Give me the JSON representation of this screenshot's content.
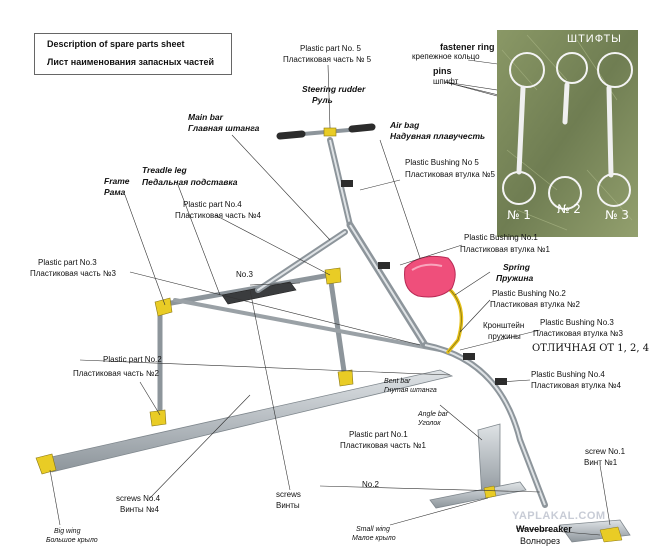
{
  "header": {
    "title_en": "Description of spare parts sheet",
    "title_ru": "Лист наименования запасных частей"
  },
  "labels": {
    "plastic5_top": {
      "en": "Plastic part No. 5",
      "ru": "Пластиковая часть № 5"
    },
    "steering": {
      "en": "Steering rudder",
      "ru": "Руль"
    },
    "main_bar": {
      "en": "Main bar",
      "ru": "Главная штанга"
    },
    "air_bag": {
      "en": "Air bag",
      "ru": "Надувная плавучесть"
    },
    "bushing5": {
      "en": "Plastic Bushing No 5",
      "ru": "Пластиковая втулка №5"
    },
    "treadle": {
      "en": "Treadle leg",
      "ru": "Педальная подставка"
    },
    "frame": {
      "en": "Frame",
      "ru": "Рама"
    },
    "plastic4": {
      "en": "Plastic part No.4",
      "ru": "Пластиковая часть №4"
    },
    "bushing1": {
      "en": "Plastic Bushing No.1",
      "ru": "Пластиковая втулка №1"
    },
    "spring": {
      "en": "Spring",
      "ru": "Пружина"
    },
    "plastic3": {
      "en": "Plastic part No.3",
      "ru": "Пластиковая часть №3"
    },
    "no3": "No.3",
    "bushing2": {
      "en": "Plastic Bushing No.2",
      "ru": "Пластиковая втулка №2"
    },
    "bracket": {
      "ru1": "Кронштейн",
      "ru2": "пружины"
    },
    "bushing3": {
      "en": "Plastic Bushing No.3",
      "ru": "Пластиковая втулка №3"
    },
    "distinct": "ОТЛИЧНАЯ ОТ 1, 2, 4",
    "plastic2": {
      "en": "Plastic part No.2",
      "ru": "Пластиковая часть №2"
    },
    "bent_bar": {
      "en": "Bent bar",
      "ru": "Гнутая штанга"
    },
    "bushing4": {
      "en": "Plastic Bushing No.4",
      "ru": "Пластиковая втулка №4"
    },
    "angle_bar": {
      "en": "Angle bar",
      "ru": "Уголок"
    },
    "plastic1": {
      "en": "Plastic part No.1",
      "ru": "Пластиковая часть №1"
    },
    "screw1": {
      "en": "screw No.1",
      "ru": "Винт №1"
    },
    "no2": "No.2",
    "screws4": {
      "en": "screws No.4",
      "ru": "Винты №4"
    },
    "screws": {
      "en": "screws",
      "ru": "Винты"
    },
    "big_wing": {
      "en": "Big wing",
      "ru": "Большое крыло"
    },
    "small_wing": {
      "en": "Small wing",
      "ru": "Малое крыло"
    },
    "wavebreaker": {
      "en": "Wavebreaker",
      "ru": "Волнорез"
    }
  },
  "photo": {
    "fastener": {
      "en": "fastener ring",
      "ru": "крепежное кольцо"
    },
    "pins": {
      "en": "pins",
      "ru": "шпифт"
    },
    "heading": "ШТИФТЫ",
    "nums": [
      "№ 1",
      "№ 2",
      "№ 3"
    ]
  },
  "watermark": "YAPLAKAL.COM",
  "colors": {
    "metal": "#b9bfc4",
    "metal_edge": "#7f878d",
    "spring": "#e7c21b",
    "bag": "#ef4f7b",
    "tip": "#e9cc25",
    "grass": "#7d8a5e"
  }
}
